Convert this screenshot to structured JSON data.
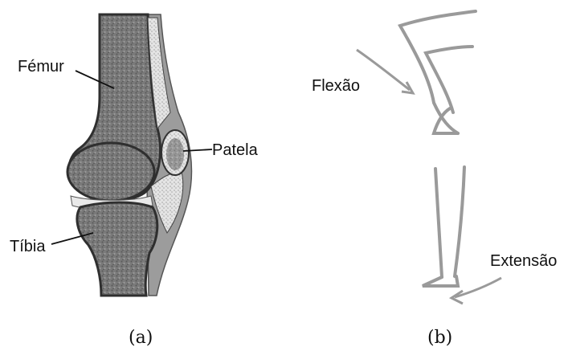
{
  "panel_a": {
    "labels": {
      "femur": "Fémur",
      "patela": "Patela",
      "tibia": "Tíbia"
    },
    "caption": "(a)"
  },
  "panel_b": {
    "labels": {
      "flexao": "Flexão",
      "extensao": "Extensão"
    },
    "caption": "(b)"
  }
}
